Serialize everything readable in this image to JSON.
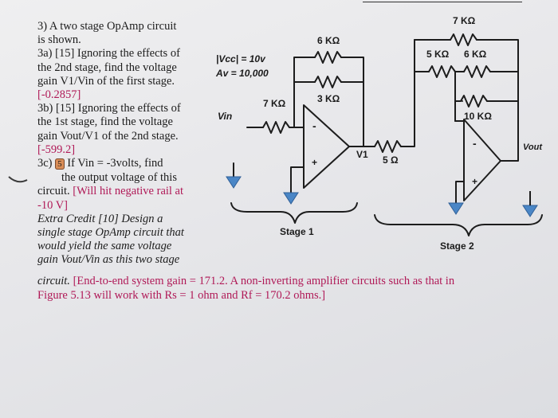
{
  "problem": {
    "q3_line1": "3) A two stage OpAmp circuit",
    "q3_line2": "is shown.",
    "q3a_line1": "3a) [15] Ignoring the effects of",
    "q3a_line2": "the 2nd stage, find the voltage",
    "q3a_line3": "gain V1/Vin of the first stage.",
    "q3a_answer": "[-0.2857]",
    "q3b_line1": "3b) [15] Ignoring the effects of",
    "q3b_line2": "the 1st stage, find the voltage",
    "q3b_line3": "gain Vout/V1 of the 2nd stage.",
    "q3b_answer": "[-599.2]",
    "q3c_prefix": "3c)",
    "q3c_badge": "5",
    "q3c_line1": "If Vin = -3volts, find",
    "q3c_line2": "the output voltage of this",
    "q3c_line3": "circuit.",
    "q3c_answer_part1": "[Will hit negative rail at",
    "q3c_answer_part2": "-10 V]",
    "extra_line1": "Extra Credit [10] Design a",
    "extra_line2": "single stage OpAmp circuit that",
    "extra_line3": "would yield the same voltage",
    "extra_line4": "gain Vout/Vin as this two stage",
    "extra_line5": "circuit.",
    "extra_answer_line1": "[End-to-end system gain = 171.2.  A non-inverting amplifier circuits such as that in",
    "extra_answer_line2": "Figure 5.13 will work with Rs = 1 ohm and Rf = 170.2 ohms.]"
  },
  "circuit": {
    "supply_label": "|Vcc| = 10v",
    "gain_label": "Av = 10,000",
    "vin_label": "Vin",
    "r_input_1": "7 KΩ",
    "r_fb1_top": "6 KΩ",
    "r_fb1_bottom": "3 KΩ",
    "v1_label": "V1",
    "r_series_2": "5 Ω",
    "r_top_2": "7 KΩ",
    "r_mid_a": "5 KΩ",
    "r_mid_b": "6 KΩ",
    "r_fb2": "10 KΩ",
    "vout_label": "Vout",
    "stage1_label": "Stage 1",
    "stage2_label": "Stage 2",
    "minus_1": "-",
    "plus_1": "+",
    "minus_2": "-",
    "plus_2": "+"
  },
  "colors": {
    "ground": "#4a86c6",
    "answer": "#b01957",
    "ink": "#1c1c1c"
  }
}
